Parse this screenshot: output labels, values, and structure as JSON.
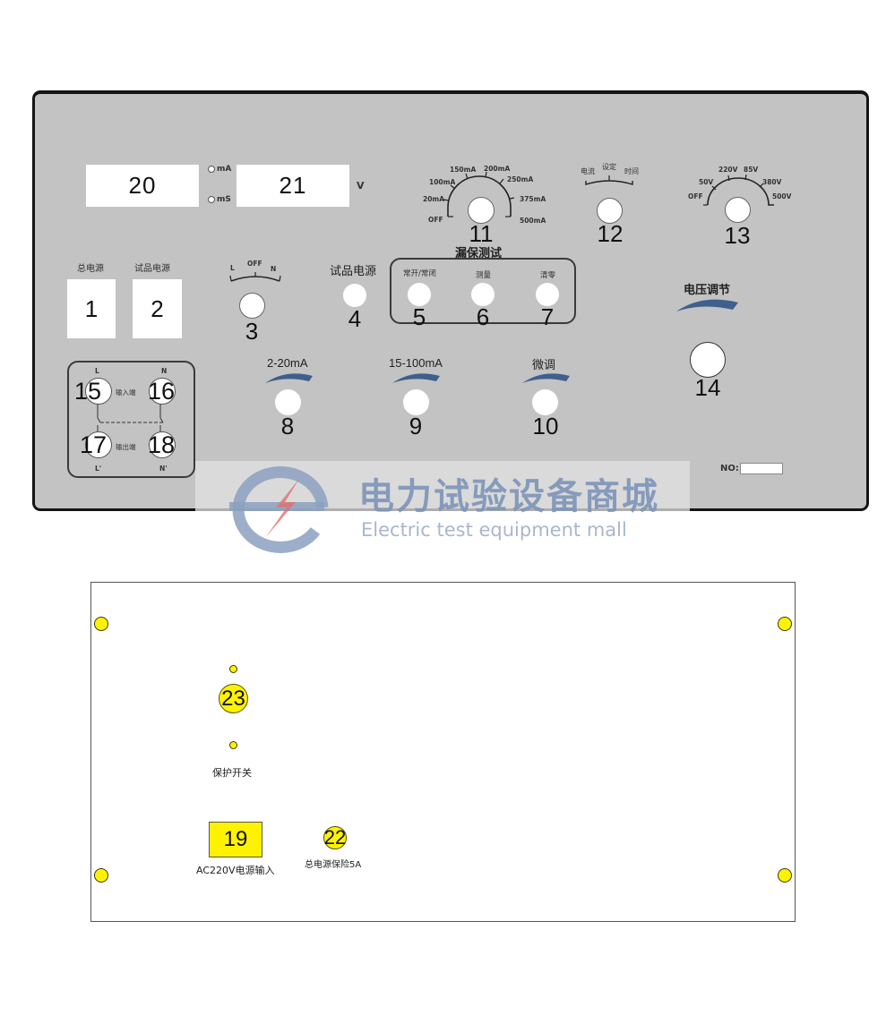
{
  "front_panel": {
    "displays": [
      {
        "id": "20",
        "value": "20"
      },
      {
        "id": "21",
        "value": "21"
      }
    ],
    "display_units": {
      "ma": "mA",
      "ms": "mS",
      "v": "V"
    },
    "main_power": {
      "label": "总电源",
      "number": "1"
    },
    "sample_power_switch": {
      "label": "试品电源",
      "number": "2"
    },
    "selector_3": {
      "number": "3",
      "ticks": [
        "L",
        "OFF",
        "N"
      ]
    },
    "sample_power_indicator": {
      "label": "试品电源",
      "number": "4"
    },
    "leakage_test": {
      "title": "漏保测试",
      "buttons": [
        {
          "label": "常开/常闭",
          "number": "5"
        },
        {
          "label": "测量",
          "number": "6"
        },
        {
          "label": "清零",
          "number": "7"
        }
      ]
    },
    "knob_11": {
      "number": "11",
      "ticks": [
        "OFF",
        "20mA",
        "100mA",
        "150mA",
        "200mA",
        "250mA",
        "375mA",
        "500mA"
      ]
    },
    "knob_12": {
      "number": "12",
      "ticks": [
        "电流",
        "设定",
        "时间"
      ]
    },
    "knob_13": {
      "number": "13",
      "ticks": [
        "OFF",
        "50V",
        "220V",
        "85V",
        "380V",
        "500V"
      ]
    },
    "voltage_adjust": {
      "label": "电压调节",
      "number": "14"
    },
    "adjusters": [
      {
        "label": "2-20mA",
        "number": "8"
      },
      {
        "label": "15-100mA",
        "number": "9"
      },
      {
        "label": "微调",
        "number": "10"
      }
    ],
    "terminals": {
      "input_label": "输入端",
      "output_label": "输出端",
      "items": [
        {
          "number": "15",
          "tag": "L"
        },
        {
          "number": "16",
          "tag": "N"
        },
        {
          "number": "17",
          "tag": "L'"
        },
        {
          "number": "18",
          "tag": "N'"
        }
      ]
    },
    "serial": {
      "label": "NO:",
      "value": ""
    }
  },
  "watermark": {
    "cn": "电力试验设备商城",
    "en": "Electric test equipment mall"
  },
  "rear_panel": {
    "protect_switch": {
      "number": "23",
      "label": "保护开关"
    },
    "power_input": {
      "number": "19",
      "label": "AC220V电源输入"
    },
    "fuse": {
      "number": "22",
      "label": "总电源保险5A"
    }
  },
  "colors": {
    "panel_gray": "#c3c3c3",
    "arc_blue": "#3f5f8c",
    "yellow": "#fff200",
    "watermark_blue": "#7e95b8",
    "watermark_red": "#e06060"
  }
}
